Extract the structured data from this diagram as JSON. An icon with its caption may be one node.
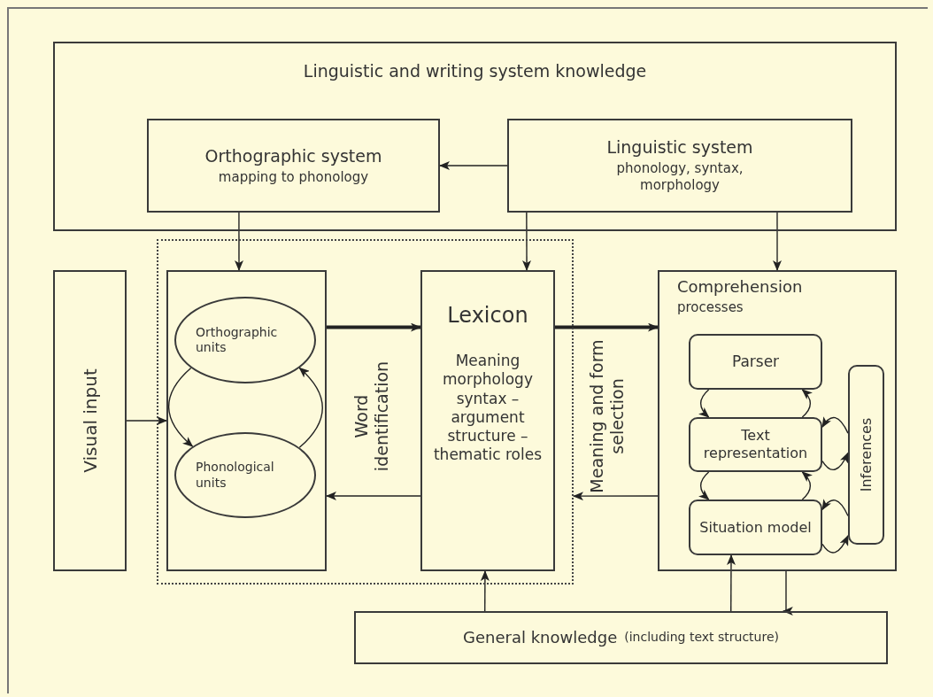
{
  "diagram": {
    "nodes": [
      {
        "text": [
          "Linguistic and writing system knowledge"
        ]
      },
      {
        "text": [
          "Orthographic system",
          "mapping to phonology"
        ],
        "in": 0
      },
      {
        "text": [
          "Linguistic system",
          "phonology, syntax, morphology"
        ],
        "in": 0
      },
      {
        "text": [],
        "shape": "box"
      },
      {
        "text": [
          "Visual input"
        ]
      },
      {
        "text": [],
        "shape": "box",
        "in": 3
      },
      {
        "text": [
          "Orthographic units"
        ],
        "in": 5
      },
      {
        "text": [
          "Phonological units"
        ],
        "in": 5
      },
      {
        "text": [
          "Lexicon",
          "Meaning morphology syntax – argument structure – thematic roles"
        ],
        "in": 3
      },
      {
        "text": [
          "Comprehension",
          "processes"
        ]
      },
      {
        "text": [
          "Parser"
        ],
        "in": 9
      },
      {
        "text": [
          "Text representation"
        ],
        "in": 9
      },
      {
        "text": [
          "Situation model"
        ],
        "in": 9
      },
      {
        "text": [
          "Inferences"
        ],
        "in": 9
      },
      {
        "text": [
          "General knowledge",
          "(including text structure)"
        ]
      }
    ],
    "edges": [
      {
        "from": 2,
        "to": 1,
        "arrow": "to"
      },
      {
        "from": 1,
        "to": 5,
        "arrow": "to"
      },
      {
        "from": 2,
        "to": 8,
        "arrow": "to"
      },
      {
        "from": 2,
        "to": 9,
        "arrow": "to"
      },
      {
        "from": 5,
        "to": 8,
        "arrow": "to",
        "style": "thick"
      },
      {
        "from": 8,
        "to": 5,
        "arrow": "to"
      },
      {
        "from": 8,
        "to": 9,
        "arrow": "to",
        "style": "thick"
      },
      {
        "from": 9,
        "to": 3,
        "arrow": "to"
      },
      {
        "from": 4,
        "to": 5,
        "arrow": "to"
      },
      {
        "from": 6,
        "to": 7,
        "arrow": "to"
      },
      {
        "from": 7,
        "to": 6,
        "arrow": "to"
      },
      {
        "from": 10,
        "to": 11,
        "arrow": "to"
      },
      {
        "from": 11,
        "to": 10,
        "arrow": "to"
      },
      {
        "from": 11,
        "to": 12,
        "arrow": "to"
      },
      {
        "from": 12,
        "to": 11,
        "arrow": "to"
      },
      {
        "from": 13,
        "to": 11,
        "arrow": "to"
      },
      {
        "from": 11,
        "to": 13,
        "arrow": "to"
      },
      {
        "from": 13,
        "to": 12,
        "arrow": "to"
      },
      {
        "from": 12,
        "to": 13,
        "arrow": "to"
      },
      {
        "from": 14,
        "to": 8,
        "arrow": "to"
      },
      {
        "from": 14,
        "to": 12,
        "arrow": "to"
      },
      {
        "from": 9,
        "to": 14,
        "arrow": "to"
      }
    ],
    "labels": [
      "Word identification",
      "Meaning and form selection"
    ]
  }
}
